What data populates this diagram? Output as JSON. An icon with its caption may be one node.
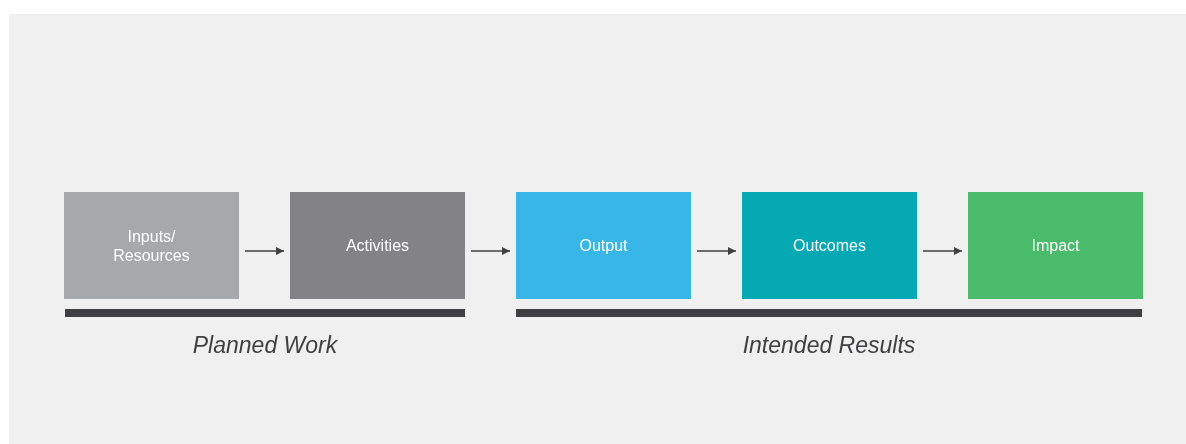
{
  "diagram": {
    "nodes": [
      {
        "text": [
          "Inputs/ Resources"
        ]
      },
      {
        "text": [
          "Activities"
        ]
      },
      {
        "text": [
          "Output"
        ]
      },
      {
        "text": [
          "Outcomes"
        ]
      },
      {
        "text": [
          "Impact"
        ]
      }
    ],
    "edges": [
      {
        "from": 0,
        "to": 1,
        "arrow": "to"
      },
      {
        "from": 1,
        "to": 2,
        "arrow": "to"
      },
      {
        "from": 2,
        "to": 3,
        "arrow": "to"
      },
      {
        "from": 3,
        "to": 4,
        "arrow": "to"
      }
    ],
    "labels": [
      "Planned Work",
      "Intended Results"
    ]
  }
}
